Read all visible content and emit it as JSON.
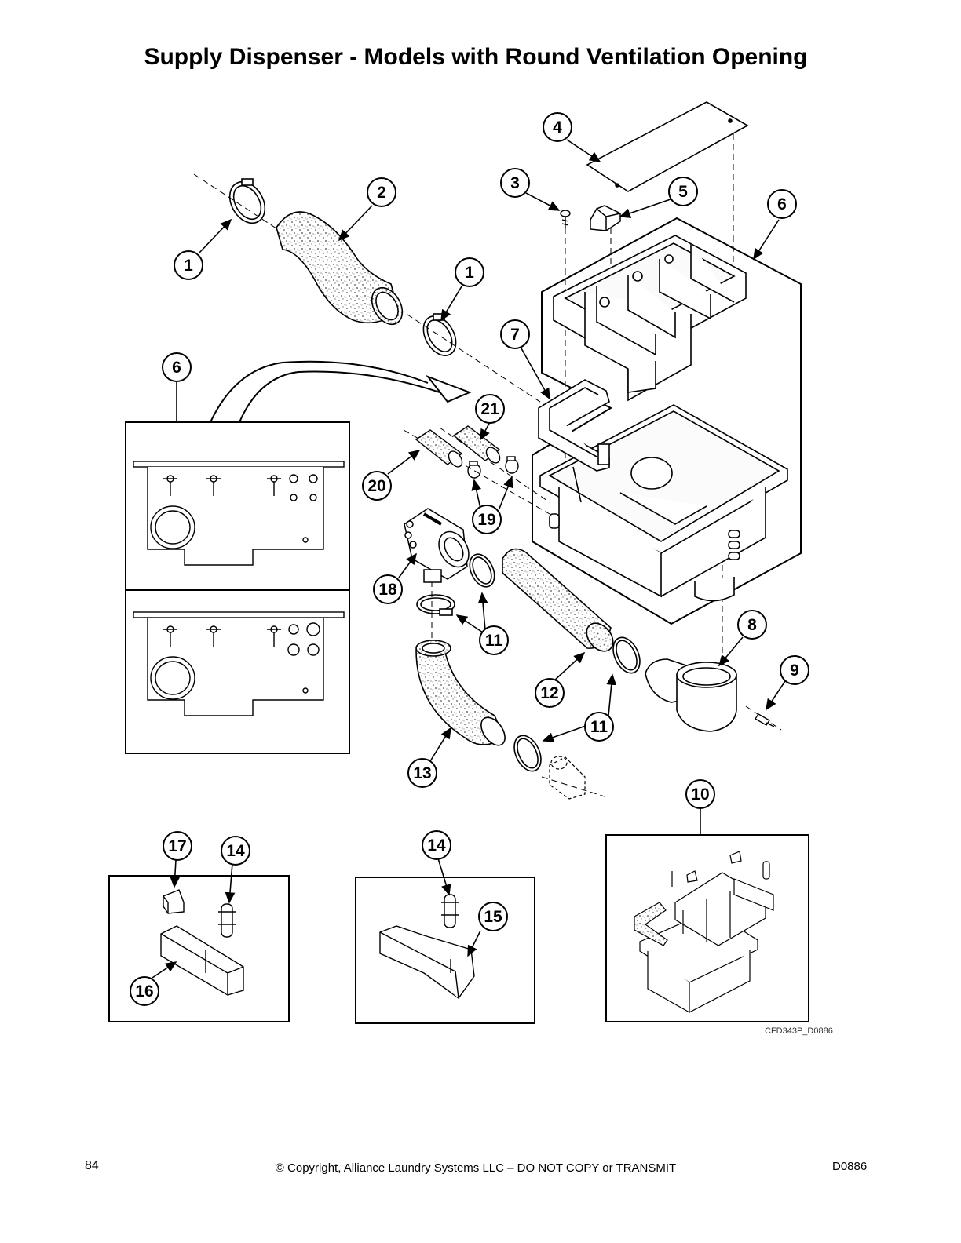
{
  "page": {
    "title": "Supply Dispenser - Models with Round Ventilation Opening",
    "figure_code": "CFD343P_D0886",
    "page_number": "84",
    "copyright": "© Copyright, Alliance Laundry Systems LLC – DO NOT COPY or TRANSMIT",
    "doc_code": "D0886"
  },
  "callouts": [
    {
      "id": "c1a",
      "label": "1"
    },
    {
      "id": "c2",
      "label": "2"
    },
    {
      "id": "c1b",
      "label": "1"
    },
    {
      "id": "c3",
      "label": "3"
    },
    {
      "id": "c4",
      "label": "4"
    },
    {
      "id": "c5",
      "label": "5"
    },
    {
      "id": "c6a",
      "label": "6"
    },
    {
      "id": "c6b",
      "label": "6"
    },
    {
      "id": "c7",
      "label": "7"
    },
    {
      "id": "c21",
      "label": "21"
    },
    {
      "id": "c20",
      "label": "20"
    },
    {
      "id": "c19",
      "label": "19"
    },
    {
      "id": "c18",
      "label": "18"
    },
    {
      "id": "c11a",
      "label": "11"
    },
    {
      "id": "c12",
      "label": "12"
    },
    {
      "id": "c11b",
      "label": "11"
    },
    {
      "id": "c8",
      "label": "8"
    },
    {
      "id": "c9",
      "label": "9"
    },
    {
      "id": "c13",
      "label": "13"
    },
    {
      "id": "c10",
      "label": "10"
    },
    {
      "id": "c17",
      "label": "17"
    },
    {
      "id": "c14a",
      "label": "14"
    },
    {
      "id": "c14b",
      "label": "14"
    },
    {
      "id": "c15",
      "label": "15"
    },
    {
      "id": "c16",
      "label": "16"
    }
  ]
}
